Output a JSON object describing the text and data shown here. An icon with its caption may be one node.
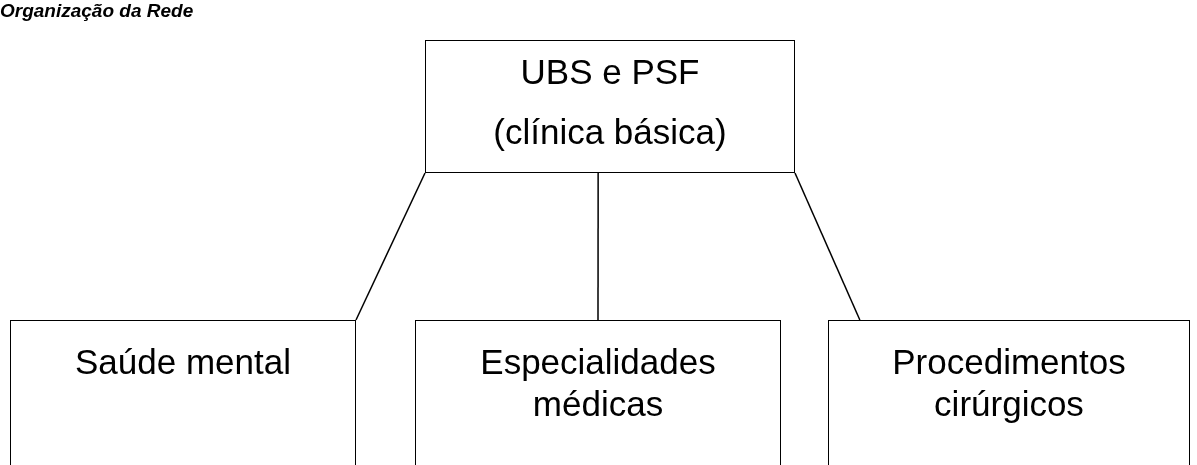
{
  "diagram": {
    "title": "Organização da Rede",
    "nodes": [
      {
        "text": [
          "UBS e PSF",
          "(clínica básica)"
        ]
      },
      {
        "text": [
          "Saúde mental"
        ]
      },
      {
        "text": [
          "Especialidades médicas"
        ]
      },
      {
        "text": [
          "Procedimentos cirúrgicos"
        ]
      }
    ],
    "edges": [
      {
        "from": 0,
        "to": 1,
        "arrow": "none"
      },
      {
        "from": 0,
        "to": 2,
        "arrow": "none"
      },
      {
        "from": 0,
        "to": 3,
        "arrow": "none"
      }
    ]
  }
}
